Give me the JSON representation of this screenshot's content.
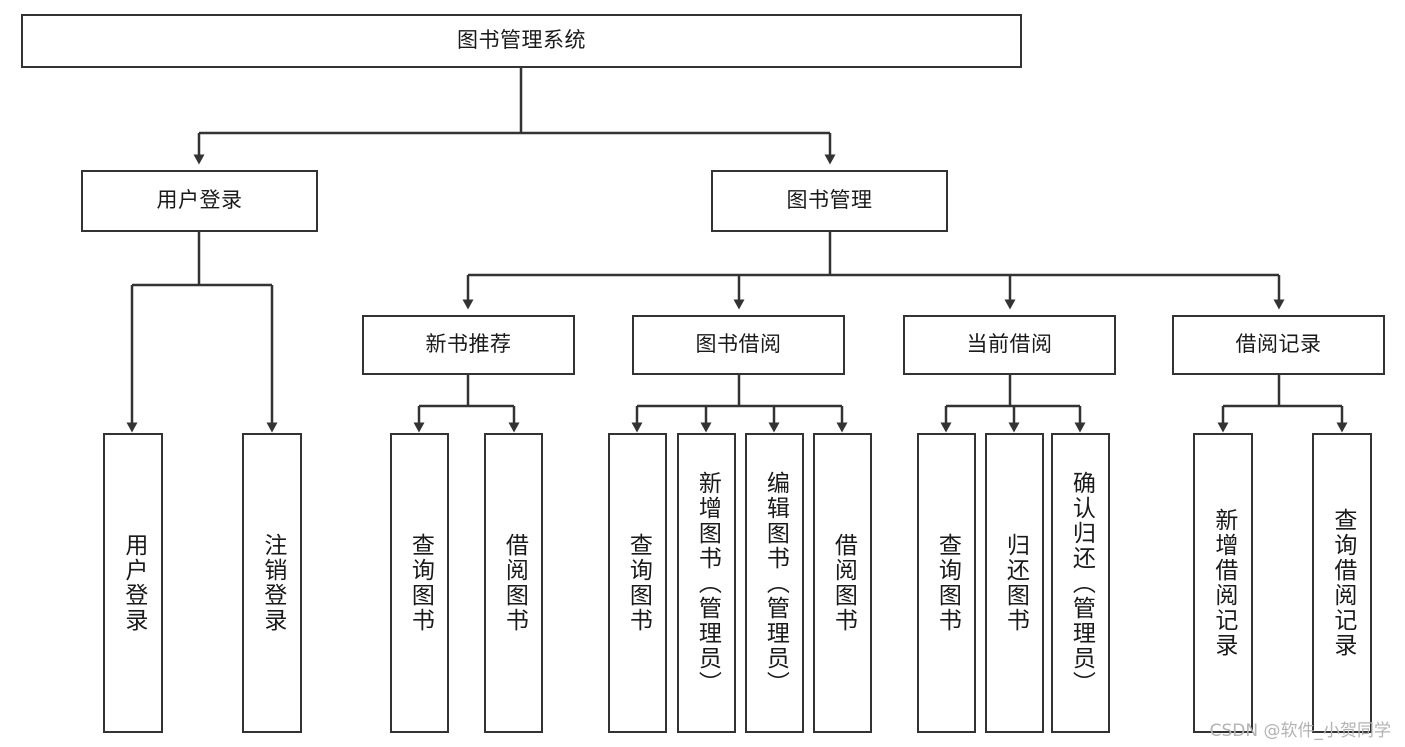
{
  "diagram": {
    "title": "图书管理系统",
    "type": "tree-hierarchy",
    "watermark": "CSDN @软件_小贺同学",
    "colors": {
      "box_border": "#333333",
      "box_fill": "#ffffff",
      "edge": "#333333",
      "text": "#1a1a1a",
      "watermark": "#b3b3b3"
    },
    "nodes": {
      "root": {
        "label": "图书管理系统",
        "level": 0
      },
      "l1": [
        {
          "id": "user_login",
          "label": "用户登录"
        },
        {
          "id": "book_mgmt",
          "label": "图书管理"
        }
      ],
      "l2": [
        {
          "id": "new_book_rec",
          "label": "新书推荐",
          "parent": "book_mgmt"
        },
        {
          "id": "book_borrow",
          "label": "图书借阅",
          "parent": "book_mgmt"
        },
        {
          "id": "current_borrow",
          "label": "当前借阅",
          "parent": "book_mgmt"
        },
        {
          "id": "borrow_record",
          "label": "借阅记录",
          "parent": "book_mgmt"
        }
      ],
      "leaves": [
        {
          "id": "leaf_1",
          "label": "用户登录",
          "parent": "user_login"
        },
        {
          "id": "leaf_2",
          "label": "注销登录",
          "parent": "user_login"
        },
        {
          "id": "leaf_3",
          "label": "查询图书",
          "parent": "new_book_rec"
        },
        {
          "id": "leaf_4",
          "label": "借阅图书",
          "parent": "new_book_rec"
        },
        {
          "id": "leaf_5",
          "label": "查询图书",
          "parent": "book_borrow"
        },
        {
          "id": "leaf_6",
          "label": "新增图书（管理员）",
          "parent": "book_borrow"
        },
        {
          "id": "leaf_7",
          "label": "编辑图书（管理员）",
          "parent": "book_borrow"
        },
        {
          "id": "leaf_8",
          "label": "借阅图书",
          "parent": "book_borrow"
        },
        {
          "id": "leaf_9",
          "label": "查询图书",
          "parent": "current_borrow"
        },
        {
          "id": "leaf_10",
          "label": "归还图书",
          "parent": "current_borrow"
        },
        {
          "id": "leaf_11",
          "label": "确认归还（管理员）",
          "parent": "current_borrow"
        },
        {
          "id": "leaf_12",
          "label": "新增借阅记录",
          "parent": "borrow_record"
        },
        {
          "id": "leaf_13",
          "label": "查询借阅记录",
          "parent": "borrow_record"
        }
      ]
    }
  }
}
